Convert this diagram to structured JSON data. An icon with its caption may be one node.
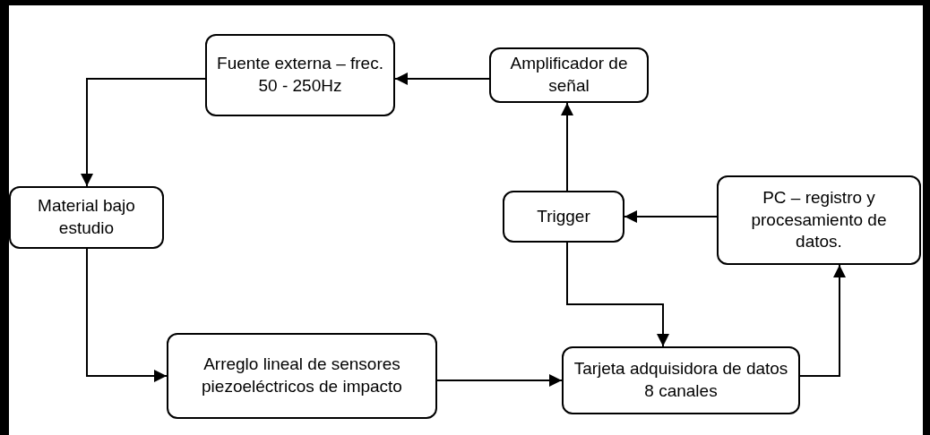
{
  "diagram": {
    "nodes": [
      {
        "text": [
          "Fuente externa – frec. 50 - 250Hz"
        ]
      },
      {
        "text": [
          "Amplificador de señal"
        ]
      },
      {
        "text": [
          "Material bajo estudio"
        ]
      },
      {
        "text": [
          "Trigger"
        ]
      },
      {
        "text": [
          "PC – registro y procesamiento de datos."
        ]
      },
      {
        "text": [
          "Arreglo lineal de sensores piezoeléctricos de impacto"
        ]
      },
      {
        "text": [
          "Tarjeta adquisidora de datos 8 canales"
        ]
      }
    ],
    "edges": [
      {
        "from": 1,
        "to": 0,
        "arrow": "to"
      },
      {
        "from": 0,
        "to": 2,
        "arrow": "to"
      },
      {
        "from": 2,
        "to": 5,
        "arrow": "to"
      },
      {
        "from": 5,
        "to": 6,
        "arrow": "to"
      },
      {
        "from": 3,
        "to": 6,
        "arrow": "to"
      },
      {
        "from": 6,
        "to": 4,
        "arrow": "to"
      },
      {
        "from": 4,
        "to": 3,
        "arrow": "to"
      },
      {
        "from": 3,
        "to": 1,
        "arrow": "to"
      }
    ]
  }
}
